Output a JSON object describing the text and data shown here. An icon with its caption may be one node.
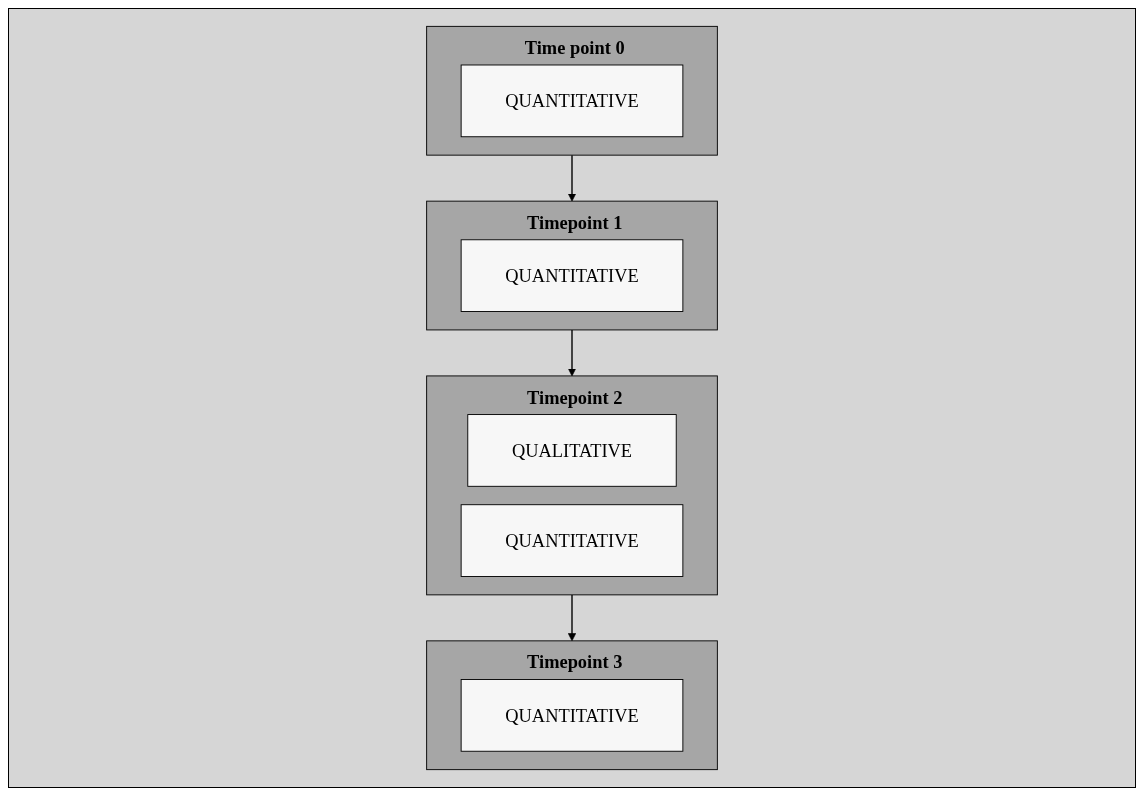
{
  "diagram": {
    "nodes": [
      {
        "text": [
          "Time point 0"
        ]
      },
      {
        "text": [
          "QUANTITATIVE"
        ],
        "in": 0
      },
      {
        "text": [
          "Timepoint 1"
        ]
      },
      {
        "text": [
          "QUANTITATIVE"
        ],
        "in": 2
      },
      {
        "text": [
          "Timepoint 2"
        ]
      },
      {
        "text": [
          "QUALITATIVE"
        ],
        "in": 4
      },
      {
        "text": [
          "QUANTITATIVE"
        ],
        "in": 4
      },
      {
        "text": [
          "Timepoint 3"
        ]
      },
      {
        "text": [
          "QUANTITATIVE"
        ],
        "in": 7
      }
    ],
    "edges": [
      {
        "from": 0,
        "to": 2,
        "arrow": "to"
      },
      {
        "from": 2,
        "to": 4,
        "arrow": "to"
      },
      {
        "from": 4,
        "to": 7,
        "arrow": "to"
      }
    ]
  }
}
